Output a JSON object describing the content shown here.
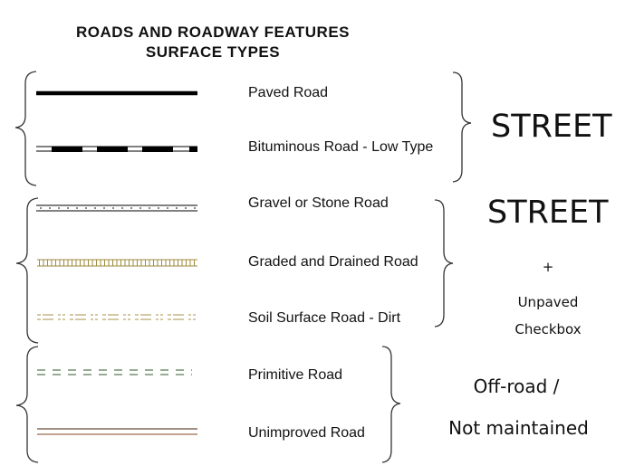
{
  "title_line1": "ROADS AND ROADWAY FEATURES",
  "title_line2": "SURFACE TYPES",
  "road_types": [
    {
      "label": "Paved Road",
      "color": "#000000"
    },
    {
      "label": "Bituminous Road - Low Type",
      "color": "#000000"
    },
    {
      "label": "Gravel or Stone Road",
      "color": "#000000"
    },
    {
      "label": "Graded and Drained Road",
      "color": "#9c8a3c"
    },
    {
      "label": "Soil Surface Road - Dirt",
      "color": "#a89048"
    },
    {
      "label": "Primitive Road",
      "color": "#2f5a2a"
    },
    {
      "label": "Unimproved Road",
      "color": "#8a5a3c"
    }
  ],
  "groups": {
    "street": "STREET",
    "street_unpaved": "STREET",
    "plus": "+",
    "unpaved": "Unpaved",
    "checkbox": "Checkbox",
    "offroad_line1": "Off-road /",
    "offroad_line2": "Not maintained"
  }
}
